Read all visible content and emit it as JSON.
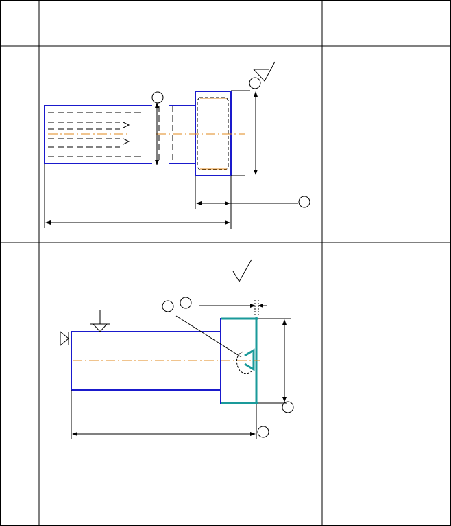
{
  "table": {
    "columns": 3,
    "rows": 3
  },
  "colors": {
    "outline": "#1a1acc",
    "centerline": "#e08a1e",
    "highlight": "#1a9a9a",
    "line": "#000000"
  },
  "drawings": [
    {
      "part": "bolt",
      "view": "side",
      "symbols": [
        "roughness-symbol",
        "callout-circles",
        "dimension-lines"
      ]
    },
    {
      "part": "pin",
      "view": "side",
      "symbols": [
        "roughness-check",
        "datum-triangle",
        "ground-symbol",
        "callout-circles",
        "dimension-lines"
      ]
    }
  ]
}
